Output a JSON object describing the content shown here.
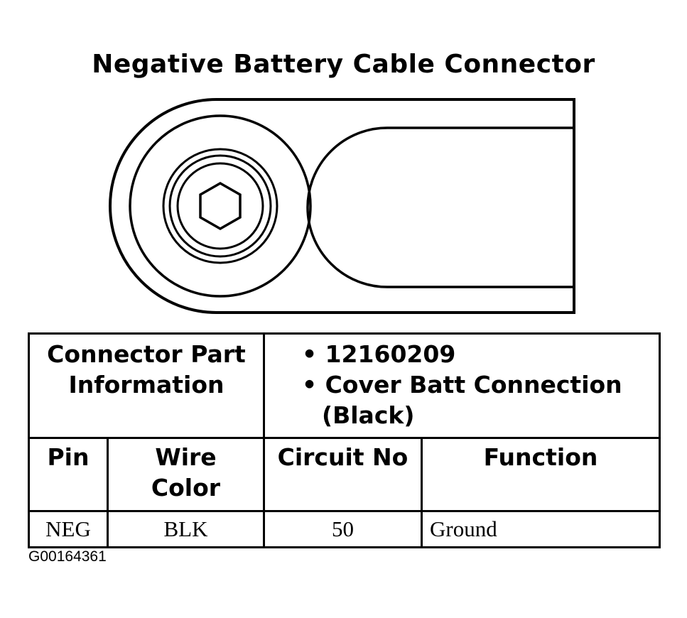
{
  "title": "Negative Battery Cable Connector",
  "connector_info": {
    "label": "Connector Part Information",
    "part_number": "12160209",
    "description_line1": "Cover Batt Connection",
    "description_line2": "(Black)",
    "bullet": "•"
  },
  "table": {
    "headers": [
      "Pin",
      "Wire Color",
      "Circuit No",
      "Function"
    ],
    "rows": [
      [
        "NEG",
        "BLK",
        "50",
        "Ground"
      ]
    ]
  },
  "figure_id": "G00164361",
  "icons": {
    "connector": "battery-cable-connector-icon",
    "hex_bolt": "hex-bolt-icon"
  },
  "colors": {
    "ink": "#000000",
    "paper": "#ffffff"
  }
}
